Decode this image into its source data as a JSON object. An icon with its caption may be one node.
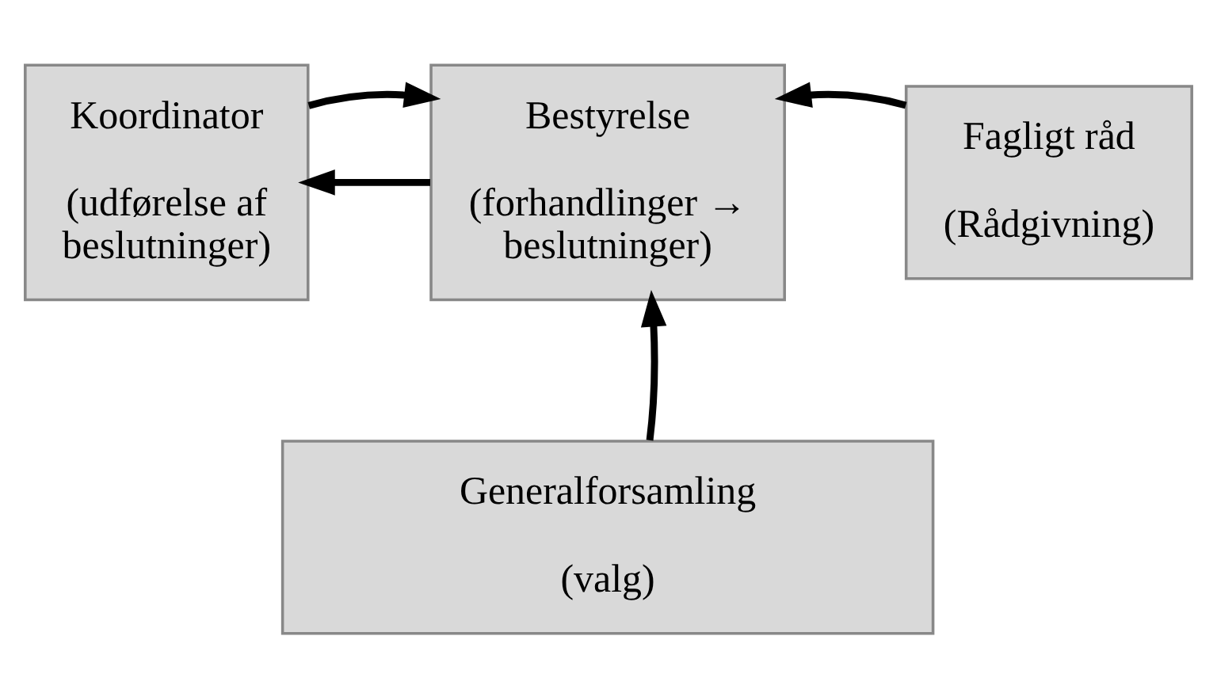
{
  "diagram": {
    "nodes": [
      {
        "text": [
          "Koordinator",
          "(udførelse af beslutninger)"
        ]
      },
      {
        "text": [
          "Bestyrelse",
          "(forhandlinger → beslutninger)"
        ]
      },
      {
        "text": [
          "Fagligt råd",
          "(Rådgivning)"
        ]
      },
      {
        "text": [
          "Generalforsamling",
          "(valg)"
        ]
      }
    ],
    "edges": [
      {
        "from": 1,
        "to": 0,
        "arrow": "to"
      },
      {
        "from": 0,
        "to": 1,
        "arrow": "to"
      },
      {
        "from": 2,
        "to": 1,
        "arrow": "to"
      },
      {
        "from": 3,
        "to": 1,
        "arrow": "to"
      }
    ]
  }
}
